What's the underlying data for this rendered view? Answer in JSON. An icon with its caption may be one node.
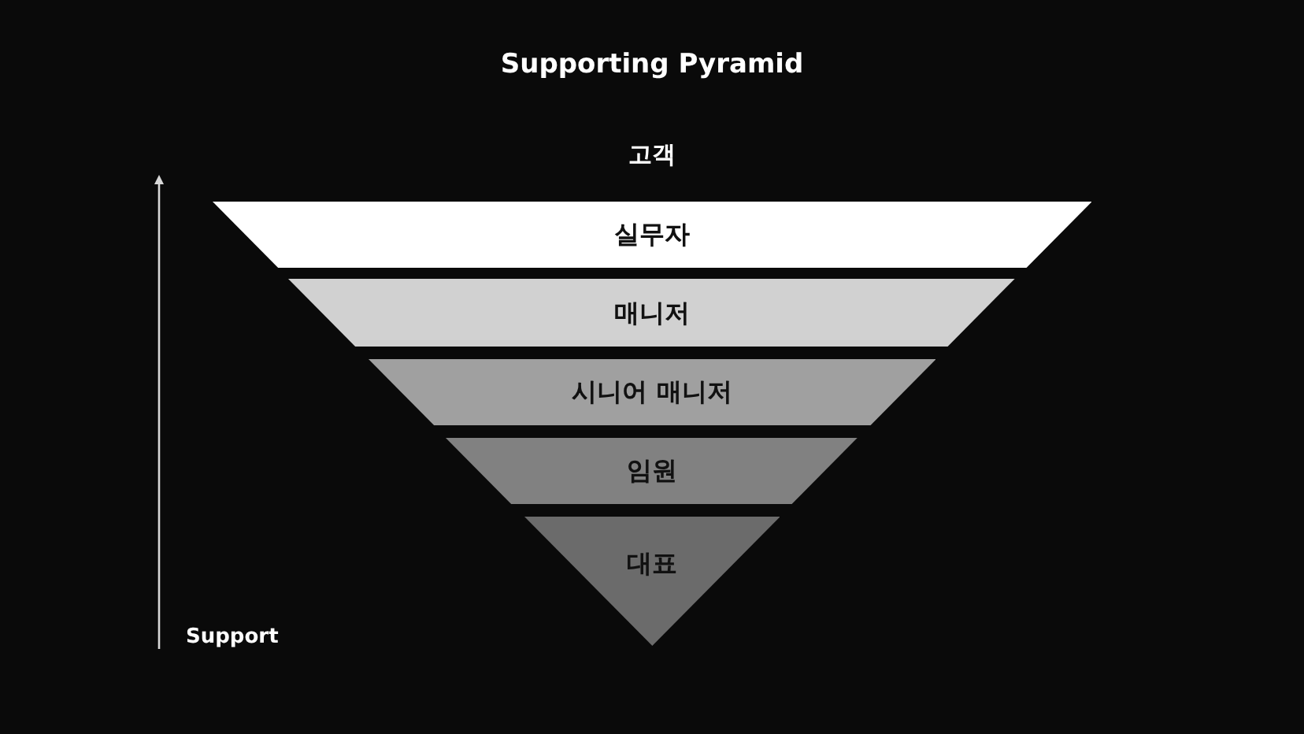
{
  "diagram": {
    "title": "Supporting Pyramid",
    "nodes": [
      {
        "text": [
          "실무자"
        ]
      },
      {
        "text": [
          "매니저"
        ]
      },
      {
        "text": [
          "시니어 매니저"
        ]
      },
      {
        "text": [
          "임원"
        ]
      },
      {
        "text": [
          "대표"
        ]
      }
    ],
    "labels": [
      "고객",
      "Support"
    ]
  }
}
